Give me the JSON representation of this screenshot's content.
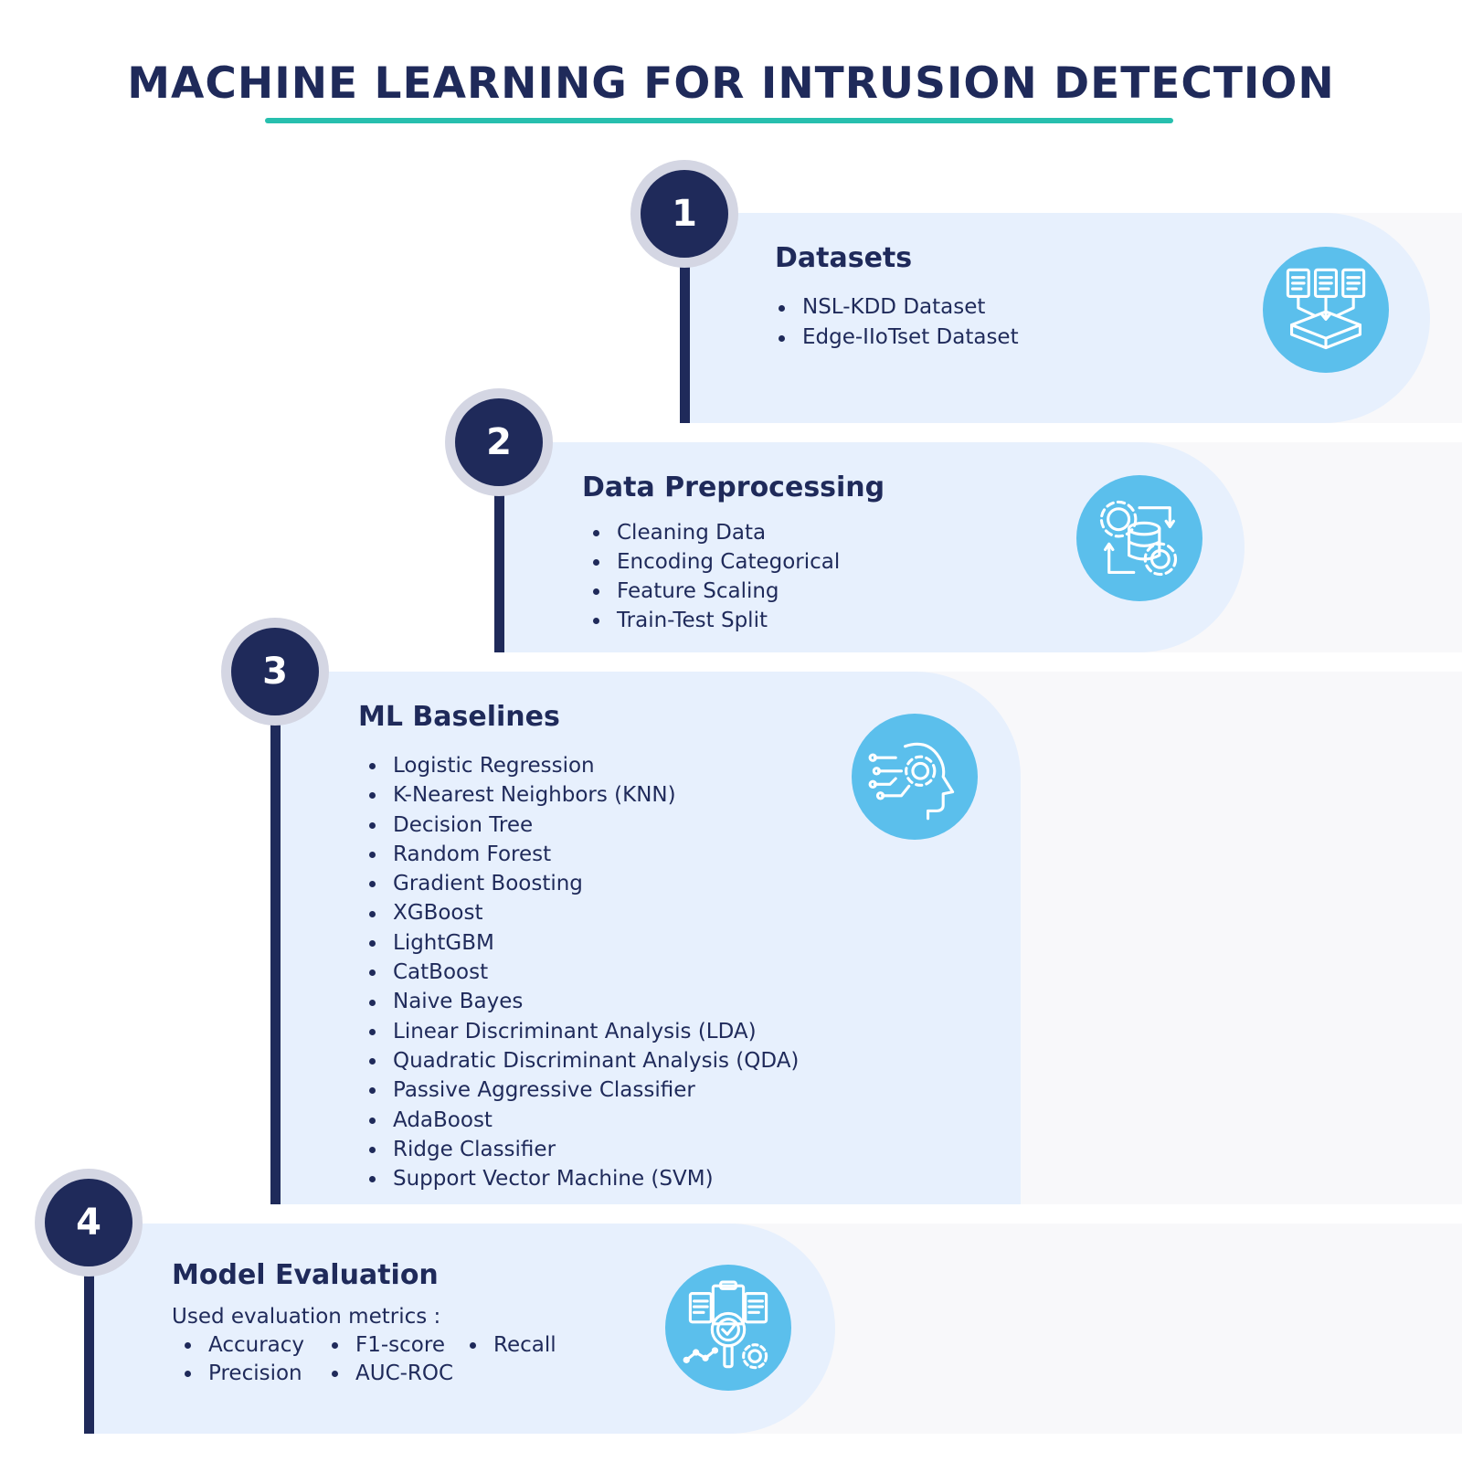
{
  "title": "MACHINE LEARNING FOR INTRUSION DETECTION",
  "colors": {
    "navy": "#1f2a5a",
    "accent_teal": "#27bfae",
    "panel_blue": "#e7f0fd",
    "icon_blue": "#5bbfec"
  },
  "steps": [
    {
      "number": "1",
      "heading": "Datasets",
      "icon": "database-documents-icon",
      "items": [
        "NSL-KDD Dataset",
        "Edge-IIoTset Dataset"
      ]
    },
    {
      "number": "2",
      "heading": "Data Preprocessing",
      "icon": "gears-database-icon",
      "items": [
        "Cleaning Data",
        "Encoding Categorical",
        "Feature Scaling",
        "Train-Test Split"
      ]
    },
    {
      "number": "3",
      "heading": "ML Baselines",
      "icon": "ai-head-gear-icon",
      "items": [
        "Logistic Regression",
        "K-Nearest Neighbors (KNN)",
        "Decision Tree",
        "Random Forest",
        "Gradient Boosting",
        "XGBoost",
        "LightGBM",
        "CatBoost",
        "Naive Bayes",
        "Linear Discriminant Analysis (LDA)",
        "Quadratic Discriminant Analysis (QDA)",
        "Passive Aggressive Classifier",
        "AdaBoost",
        "Ridge Classifier",
        "Support Vector Machine (SVM)"
      ]
    },
    {
      "number": "4",
      "heading": "Model Evaluation",
      "icon": "evaluation-magnifier-icon",
      "intro": "Used evaluation metrics :",
      "metrics": [
        "Accuracy",
        "F1-score",
        "Recall",
        "Precision",
        "AUC-ROC"
      ]
    }
  ]
}
